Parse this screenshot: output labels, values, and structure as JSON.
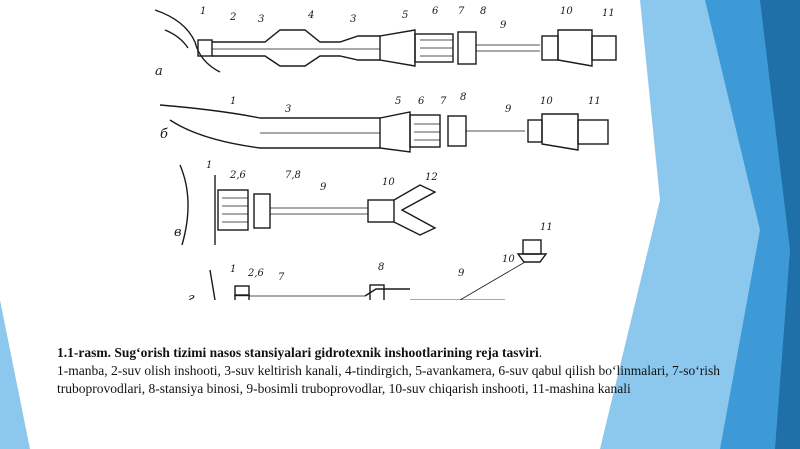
{
  "theme": {
    "accent_dark": "#1f6fa8",
    "accent_mid": "#3d9ad6",
    "accent_light": "#8cc8ee"
  },
  "caption": {
    "title": "1.1-rasm. Sug‘orish tizimi nasos stansiyalari gidrotexnik inshootlarining reja tasviri",
    "title_end": ".",
    "body": "1-manba, 2-suv olish inshooti, 3-suv keltirish kanali, 4-tindirgich, 5-avankamera, 6-suv qabul qilish bo‘linmalari, 7-so‘rish truboprovodlari, 8-stansiya binosi, 9-bosimli truboprovodlar, 10-suv chiqarish inshooti, 11-mashina kanali"
  },
  "diagram": {
    "rows": [
      {
        "row_label": "a",
        "labels": [
          "1",
          "2",
          "3",
          "4",
          "3",
          "5",
          "6",
          "7",
          "8",
          "9",
          "10",
          "11"
        ]
      },
      {
        "row_label": "б",
        "labels": [
          "1",
          "3",
          "5",
          "6",
          "7",
          "8",
          "9",
          "10",
          "11"
        ]
      },
      {
        "row_label": "в",
        "labels": [
          "1",
          "2,6",
          "7,8",
          "9",
          "10",
          "12"
        ]
      },
      {
        "row_label": "г",
        "labels": [
          "1",
          "2,6",
          "7",
          "8",
          "9",
          "10",
          "11"
        ]
      }
    ]
  }
}
